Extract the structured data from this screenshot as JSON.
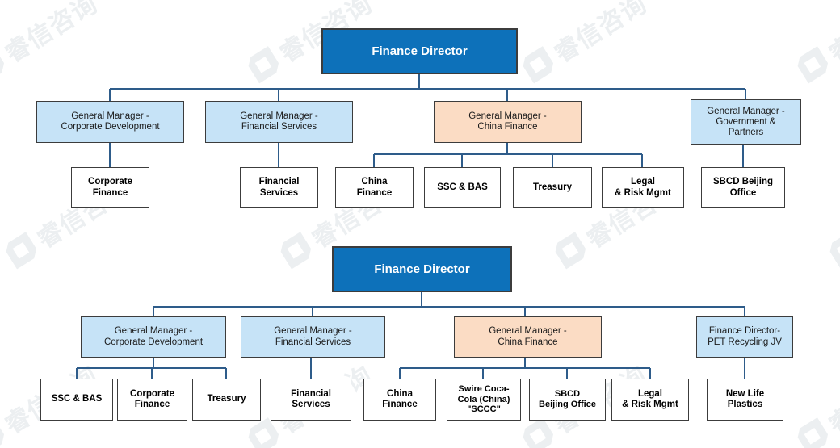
{
  "meta": {
    "watermark_text": "睿信咨询",
    "watermark_logo": "hexagon-logo-icon"
  },
  "colors": {
    "root_fill": "#0d71ba",
    "root_text": "#ffffff",
    "gm_fill": "#c6e3f7",
    "gm_highlight_fill": "#fbdcc4",
    "leaf_fill": "#ffffff",
    "border": "#3c3c3c",
    "connector": "#2e5c8a"
  },
  "charts": [
    {
      "id": "chart-top",
      "root": {
        "label": "Finance Director"
      },
      "managers": [
        {
          "label": "General Manager -\nCorporate Development",
          "line1": "General Manager -",
          "line2": "Corporate Development",
          "highlight": false
        },
        {
          "label": "General Manager -\nFinancial Services",
          "line1": "General Manager -",
          "line2": "Financial Services",
          "highlight": false
        },
        {
          "label": "General Manager -\nChina Finance",
          "line1": "General Manager -",
          "line2": "China Finance",
          "highlight": true
        },
        {
          "label": "General Manager -\nGovernment & Partners",
          "line1": "General Manager -",
          "line2": "Government &",
          "line3": "Partners",
          "highlight": false
        }
      ],
      "units": [
        {
          "line1": "Corporate",
          "line2": "Finance",
          "parent": 0
        },
        {
          "line1": "Financial",
          "line2": "Services",
          "parent": 1
        },
        {
          "line1": "China",
          "line2": "Finance",
          "parent": 2
        },
        {
          "line1": "SSC & BAS",
          "line2": "",
          "parent": 2
        },
        {
          "line1": "Treasury",
          "line2": "",
          "parent": 2
        },
        {
          "line1": "Legal",
          "line2": "& Risk Mgmt",
          "parent": 2
        },
        {
          "line1": "SBCD Beijing",
          "line2": "Office",
          "parent": 3
        }
      ]
    },
    {
      "id": "chart-bottom",
      "root": {
        "label": "Finance Director"
      },
      "managers": [
        {
          "label": "General Manager -\nCorporate Development",
          "line1": "General Manager -",
          "line2": "Corporate Development",
          "highlight": false
        },
        {
          "label": "General Manager -\nFinancial Services",
          "line1": "General Manager -",
          "line2": "Financial Services",
          "highlight": false
        },
        {
          "label": "General Manager -\nChina Finance",
          "line1": "General Manager -",
          "line2": "China Finance",
          "highlight": true
        },
        {
          "label": "Finance Director-\nPET Recycling JV",
          "line1": "Finance Director-",
          "line2": "PET Recycling JV",
          "highlight": false
        }
      ],
      "units": [
        {
          "line1": "SSC & BAS",
          "line2": "",
          "parent": 0
        },
        {
          "line1": "Corporate",
          "line2": "Finance",
          "parent": 0
        },
        {
          "line1": "Treasury",
          "line2": "",
          "parent": 0
        },
        {
          "line1": "Financial",
          "line2": "Services",
          "parent": 1
        },
        {
          "line1": "China",
          "line2": "Finance",
          "parent": 2
        },
        {
          "line1": "Swire Coca-",
          "line2": "Cola (China)",
          "line3": "\"SCCC\"",
          "parent": 2
        },
        {
          "line1": "SBCD",
          "line2": "Beijing Office",
          "parent": 2
        },
        {
          "line1": "Legal",
          "line2": "& Risk Mgmt",
          "parent": 2
        },
        {
          "line1": "New Life",
          "line2": "Plastics",
          "parent": 3
        }
      ]
    }
  ]
}
